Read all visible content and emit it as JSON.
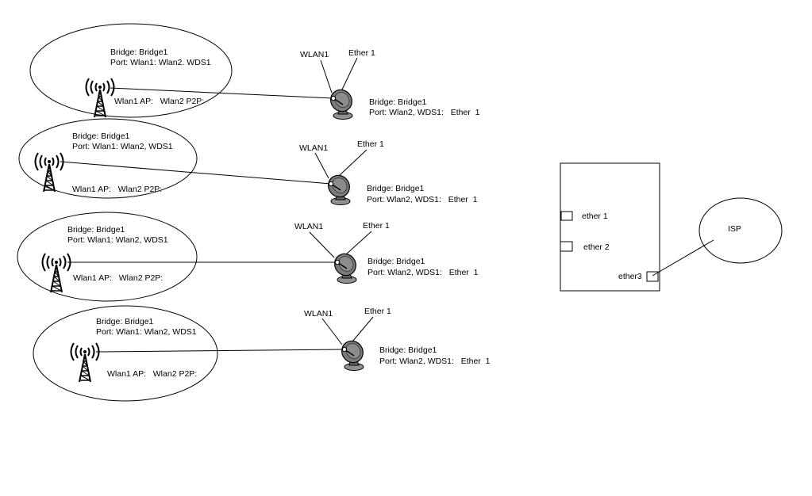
{
  "colors": {
    "background": "#ffffff",
    "line": "#000000",
    "dish_fill": "#808080",
    "dish_dark": "#555555"
  },
  "ap_sites": [
    {
      "bridge": "Bridge: Bridge1",
      "ports": "Port: Wlan1: Wlan2. WDS1",
      "modes": "Wlan1 AP:   Wlan2 P2P:",
      "icon": "antenna-tower-icon"
    },
    {
      "bridge": "Bridge: Bridge1",
      "ports": "Port: Wlan1: Wlan2, WDS1",
      "modes": "Wlan1 AP:   Wlan2 P2P:",
      "icon": "antenna-tower-icon"
    },
    {
      "bridge": "Bridge: Bridge1",
      "ports": "Port: Wlan1: Wlan2, WDS1",
      "modes": "Wlan1 AP:   Wlan2 P2P:",
      "icon": "antenna-tower-icon"
    },
    {
      "bridge": "Bridge: Bridge1",
      "ports": "Port: Wlan1: Wlan2, WDS1",
      "modes": "Wlan1 AP:   Wlan2 P2P:",
      "icon": "antenna-tower-icon"
    }
  ],
  "clients": [
    {
      "wlan_label": "WLAN1",
      "ether_label": "Ether 1",
      "bridge": "Bridge: Bridge1",
      "ports": "Port: Wlan2, WDS1:   Ether  1",
      "icon": "satellite-dish-icon"
    },
    {
      "wlan_label": "WLAN1",
      "ether_label": "Ether 1",
      "bridge": "Bridge: Bridge1",
      "ports": "Port: Wlan2, WDS1:   Ether  1",
      "icon": "satellite-dish-icon"
    },
    {
      "wlan_label": "WLAN1",
      "ether_label": "Ether 1",
      "bridge": "Bridge: Bridge1",
      "ports": "Port: Wlan2, WDS1:   Ether  1",
      "icon": "satellite-dish-icon"
    },
    {
      "wlan_label": "WLAN1",
      "ether_label": "Ether 1",
      "bridge": "Bridge: Bridge1",
      "ports": "Port: Wlan2, WDS1:   Ether  1",
      "icon": "satellite-dish-icon"
    }
  ],
  "router": {
    "ports": [
      "ether 1",
      "ether 2",
      "ether3"
    ]
  },
  "isp": {
    "label": "ISP"
  }
}
